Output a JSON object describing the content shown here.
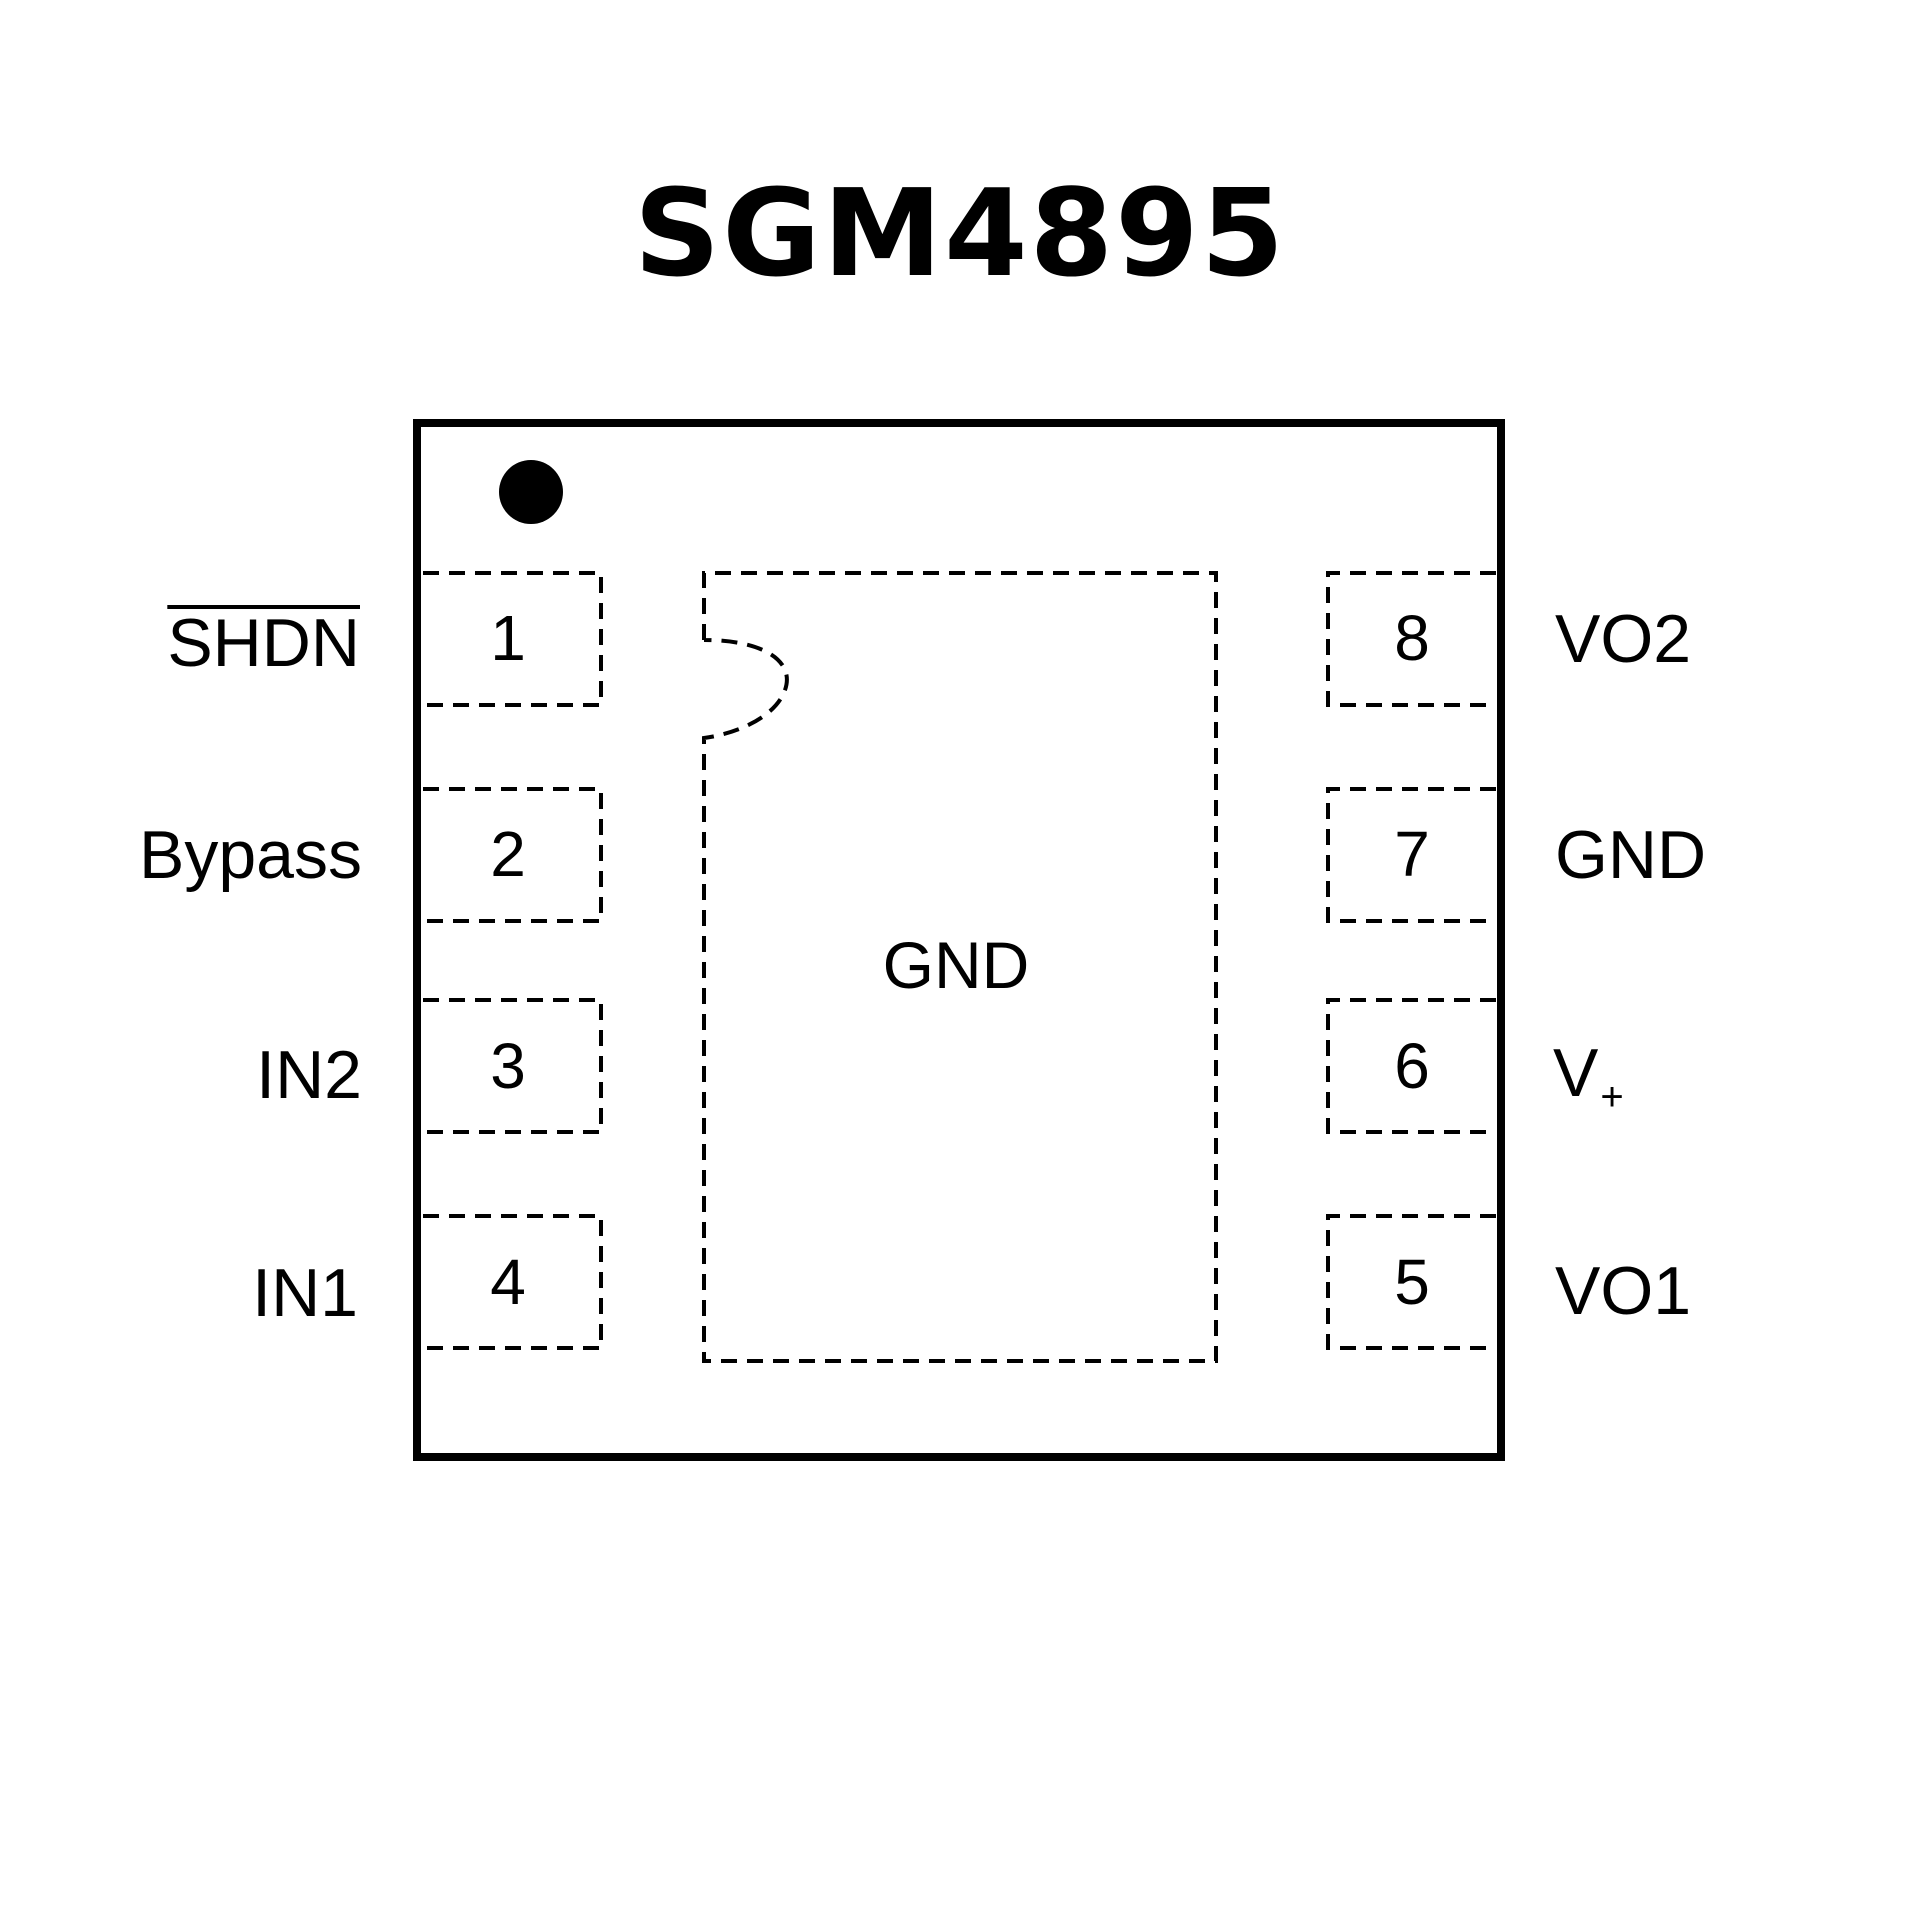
{
  "title": "SGM4895",
  "package": {
    "exposed_pad_label": "GND",
    "pins": [
      {
        "number": "1",
        "name": "SHDN",
        "overline": true,
        "side": "left"
      },
      {
        "number": "2",
        "name": "Bypass",
        "overline": false,
        "side": "left"
      },
      {
        "number": "3",
        "name": "IN2",
        "overline": false,
        "side": "left"
      },
      {
        "number": "4",
        "name": "IN1",
        "overline": false,
        "side": "left"
      },
      {
        "number": "5",
        "name": "VO1",
        "overline": false,
        "side": "right"
      },
      {
        "number": "6",
        "name": "V",
        "subscript": "+",
        "overline": false,
        "side": "right"
      },
      {
        "number": "7",
        "name": "GND",
        "overline": false,
        "side": "right"
      },
      {
        "number": "8",
        "name": "VO2",
        "overline": false,
        "side": "right"
      }
    ]
  }
}
